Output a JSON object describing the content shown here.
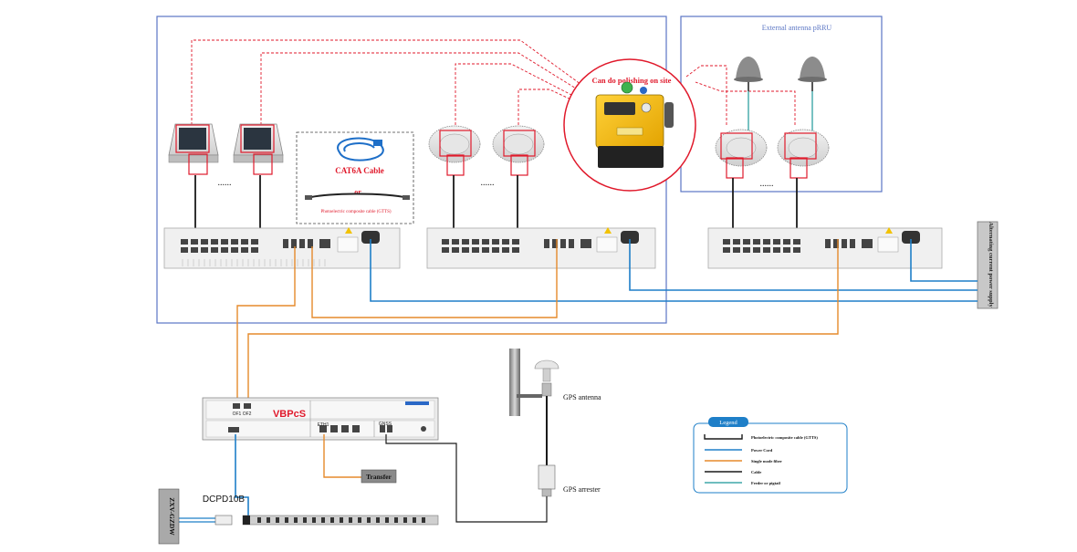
{
  "labels": {
    "external_antenna": "External antenna pRRU",
    "polishing": "Can do polishing on site",
    "cat6a": "CAT6A Cable",
    "or": "or",
    "composite": "Photoelectric composite cable (GTTS)",
    "dots": "......",
    "power_supply": "Alternating current power supply",
    "vbpcs": "VBPcS",
    "of1of2": "OF1 OF2",
    "eth1": "ETH1",
    "gnss": "GNSS",
    "transfer": "Transfer",
    "dcpd": "DCPD10B",
    "zxv": "ZXV-GZDW",
    "gps_antenna": "GPS antenna",
    "gps_arrester": "GPS arrester"
  },
  "legend": {
    "title": "Legend",
    "items": [
      {
        "label": "Photoelectric composite cable (GTTS)"
      },
      {
        "label": "Power Cord"
      },
      {
        "label": "Single mode fiber"
      },
      {
        "label": "Cable"
      },
      {
        "label": "Feeder or pigtail"
      }
    ]
  },
  "colors": {
    "frame_blue": "#5b76c4",
    "fiber_orange": "#e58a2b",
    "power_blue": "#1e7fc8",
    "dash_red": "#e0192b",
    "cable_black": "#1a1a1a",
    "teal": "#3fa7a8"
  }
}
